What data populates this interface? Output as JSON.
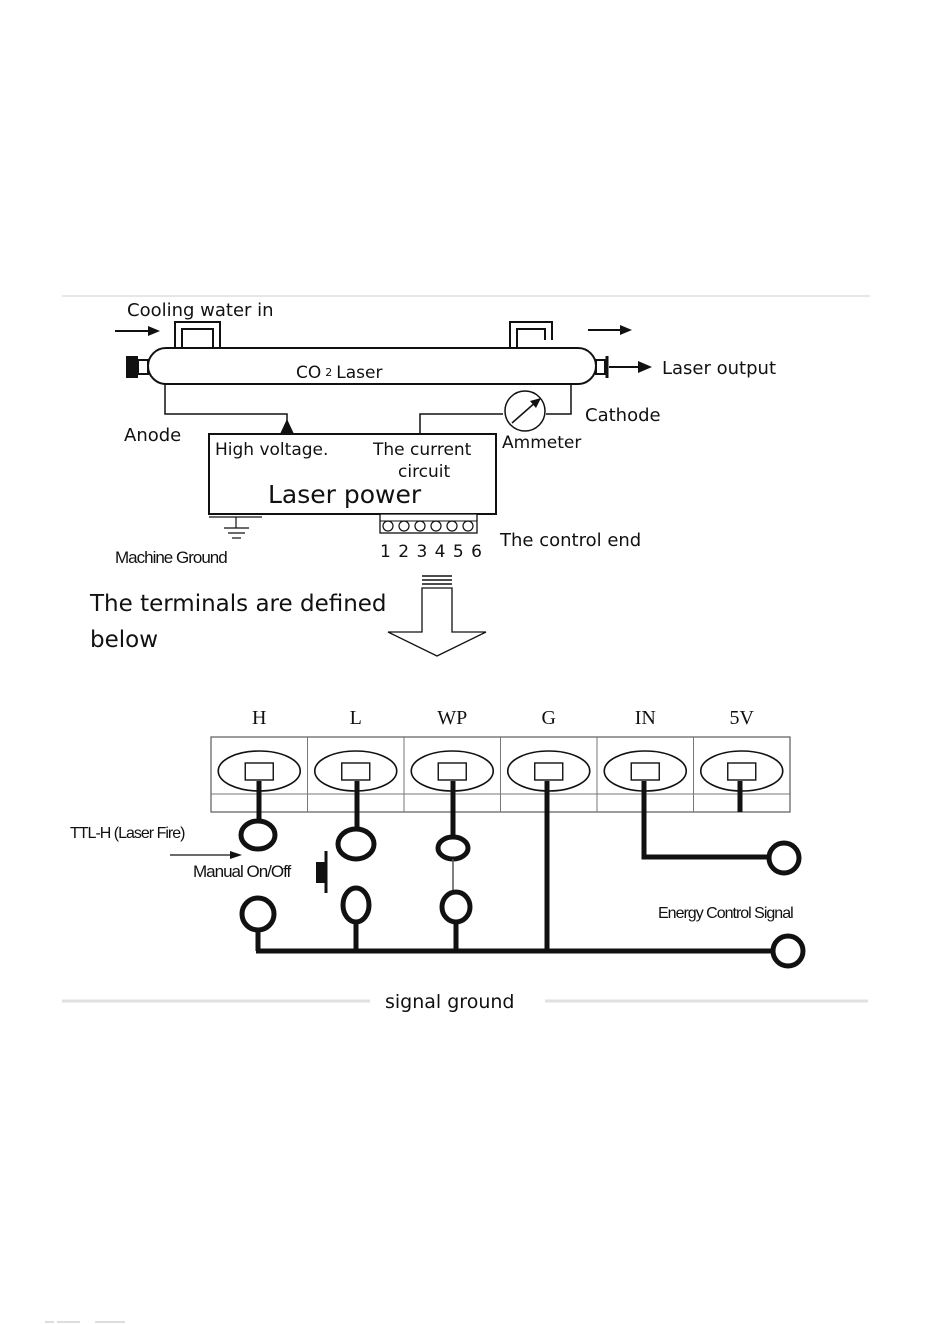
{
  "top": {
    "cooling_water_in": "Cooling water in",
    "tube_label": "CO",
    "tube_subscript": "2",
    "tube_label_suffix": "Laser",
    "laser_output": "Laser output",
    "anode": "Anode",
    "cathode": "Cathode",
    "ammeter": "Ammeter",
    "high_voltage": "High voltage.",
    "current_circuit_line1": "The current",
    "current_circuit_line2": "circuit",
    "laser_power": "Laser power",
    "machine_ground": "Machine Ground",
    "control_end": "The control end",
    "control_pins": "1 2 3 4 5 6"
  },
  "terminals_note_line1": "The terminals are defined",
  "terminals_note_line2": "below",
  "terminal_block": {
    "labels": [
      "H",
      "L",
      "WP",
      "G",
      "IN",
      "5V"
    ]
  },
  "bottom": {
    "ttl_label": "TTL-H (Laser Fire)",
    "manual_label": "Manual On/Off",
    "energy_label": "Energy Control Signal",
    "signal_ground": "signal ground"
  }
}
